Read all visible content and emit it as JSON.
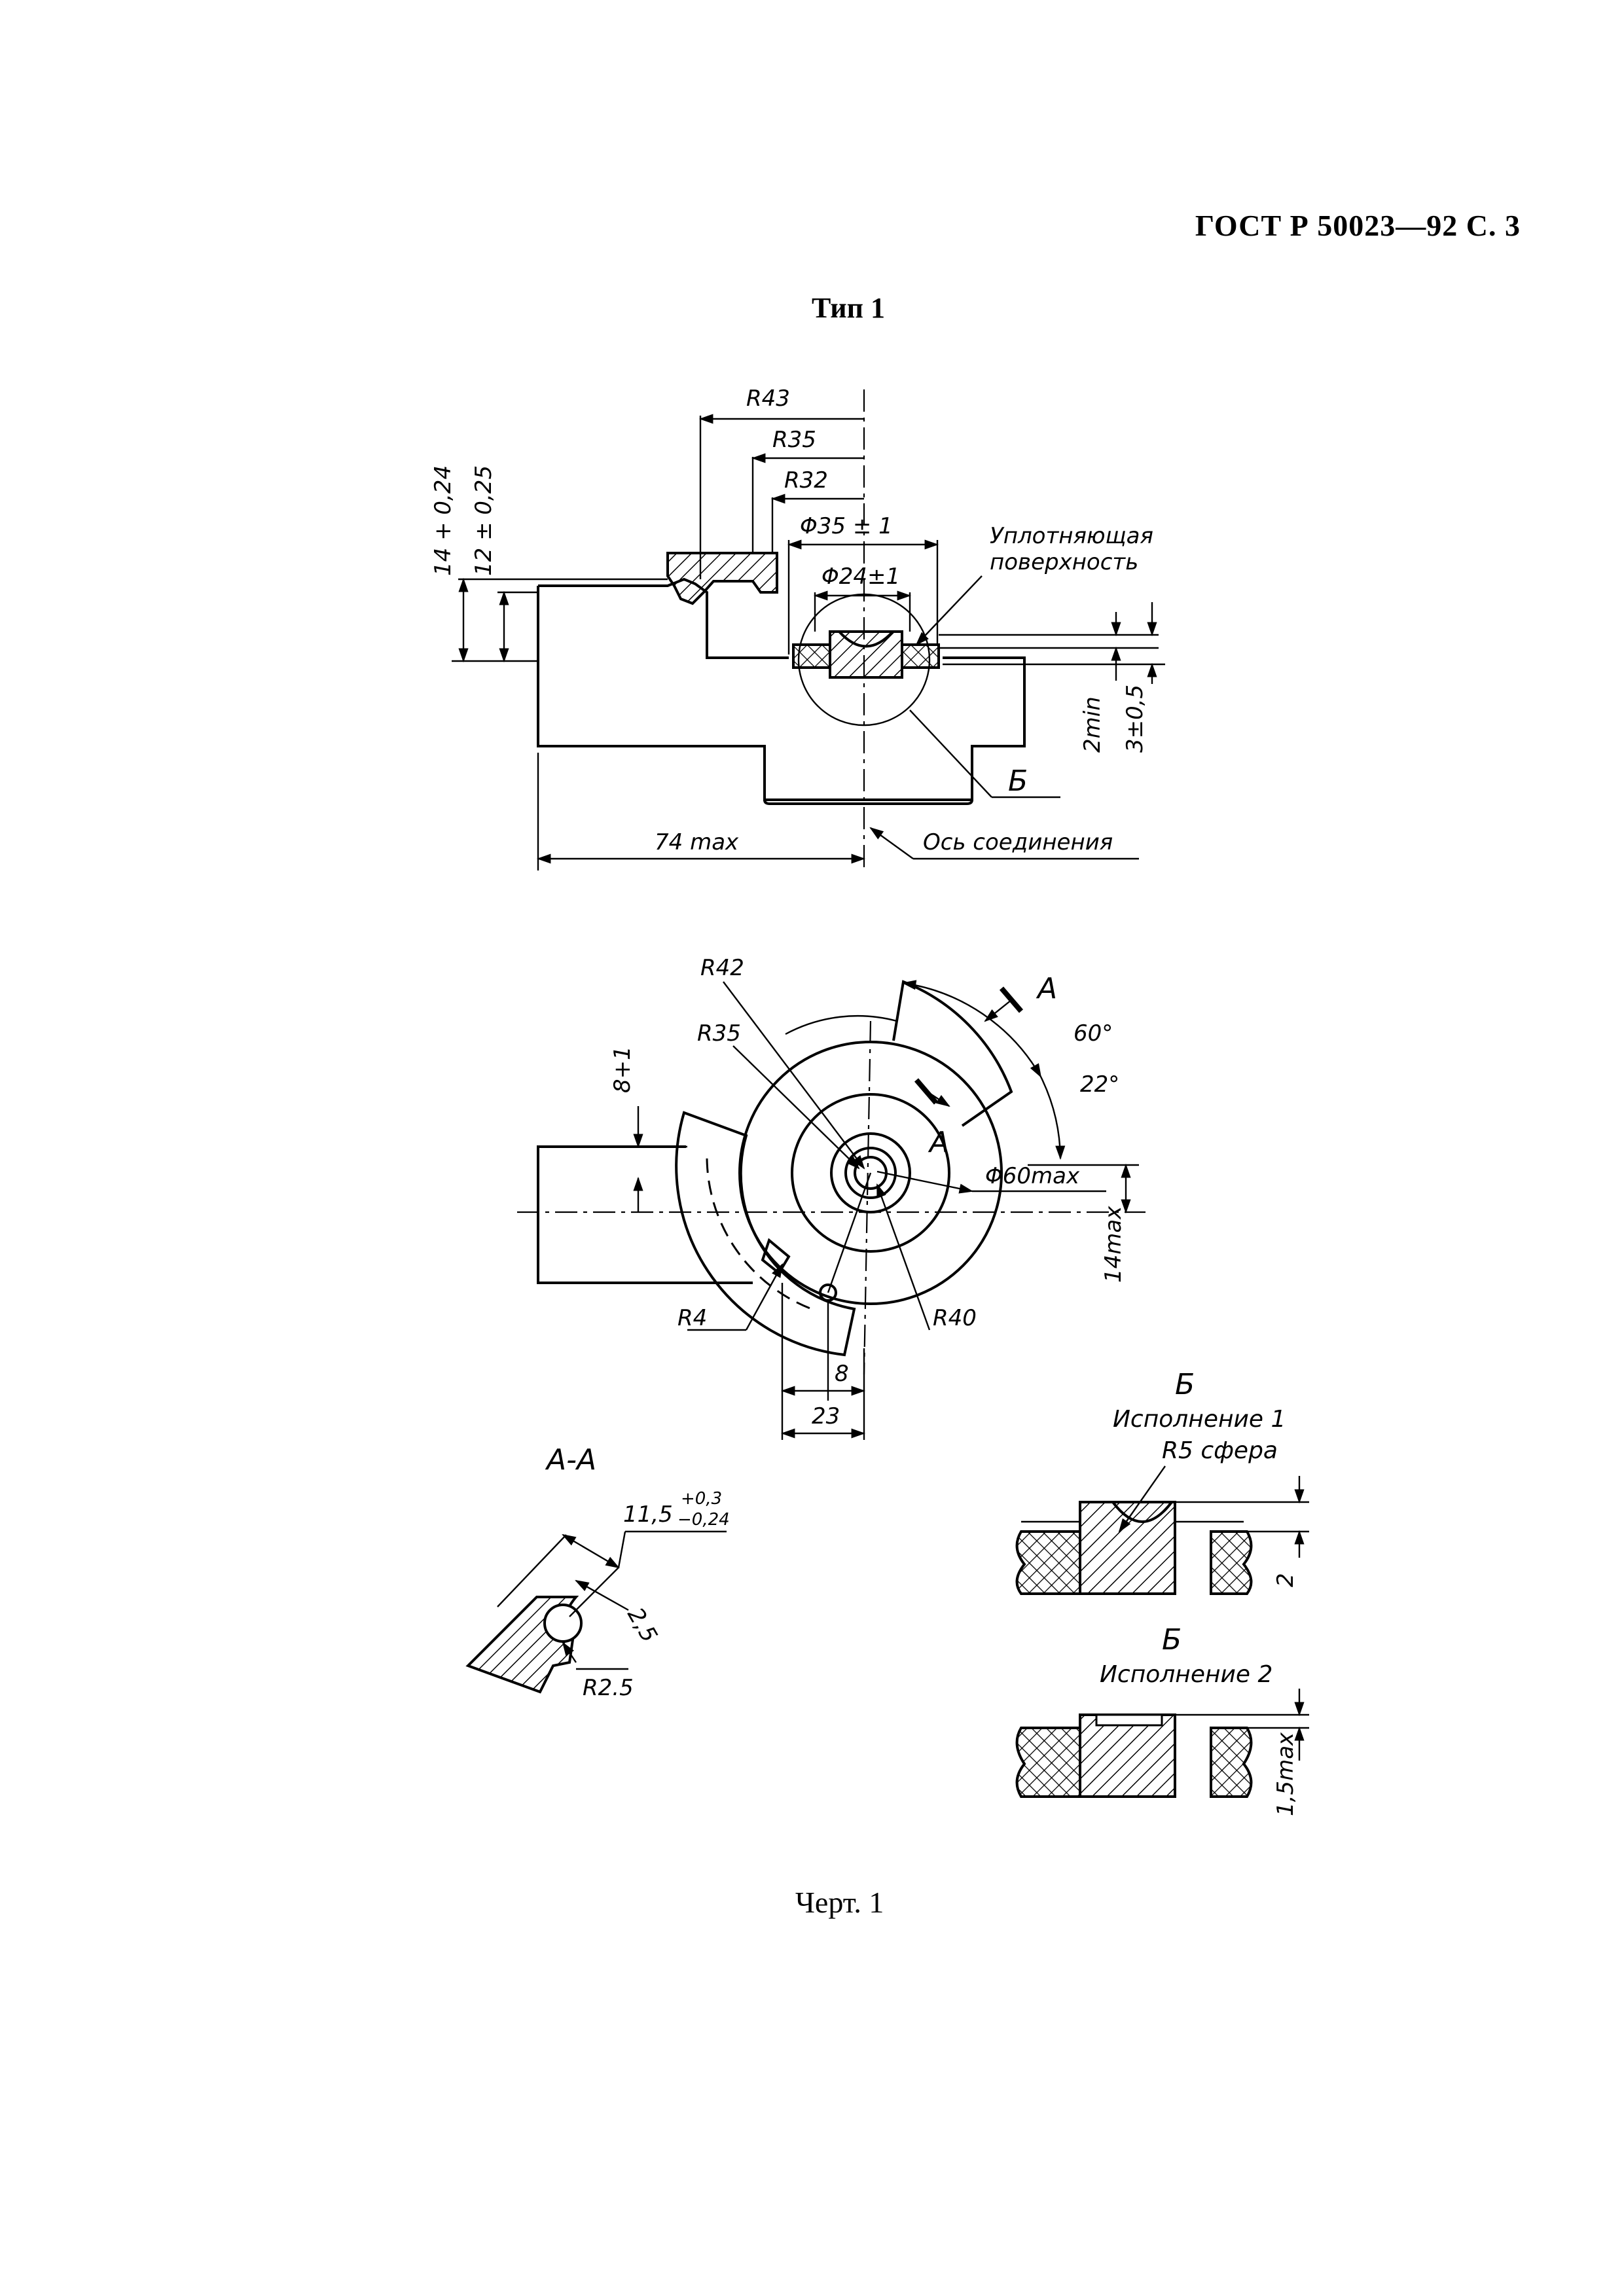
{
  "header": {
    "doc_ref": "ГОСТ Р 50023—92 С. 3"
  },
  "title": "Тип 1",
  "caption": "Черт. 1",
  "top_view": {
    "dims": {
      "r43": "R43",
      "r35": "R35",
      "r32": "R32",
      "d35": "Φ35 ± 1",
      "d24": "Φ24±1",
      "h14": "14 + 0,24",
      "h12": "12 ± 0,25",
      "w74": "74 max",
      "h2min": "2min",
      "h3": "3±0,5"
    },
    "seal_label_1": "Уплотняющая",
    "seal_label_2": "поверхность",
    "detail_label": "Б",
    "axis_label": "Ось соединения"
  },
  "plan_view": {
    "dims": {
      "r42": "R42",
      "r35": "R35",
      "r4": "R4",
      "r40": "R40",
      "a60": "60°",
      "a22": "22°",
      "d60": "Φ60max",
      "h8": "8+1",
      "h14": "14max",
      "w8": "8",
      "w23": "23"
    },
    "section_mark": "A"
  },
  "section_aa": {
    "title": "A-A",
    "dim_main": "11,5",
    "tol_upper": "+0,3",
    "tol_lower": "−0,24",
    "dim_25": "2,5",
    "dim_r25": "R2.5"
  },
  "detail_b1": {
    "mark": "Б",
    "title": "Исполнение 1",
    "note": "R5 сфера",
    "dim": "2"
  },
  "detail_b2": {
    "mark": "Б",
    "title": "Исполнение 2",
    "dim": "1,5max"
  }
}
